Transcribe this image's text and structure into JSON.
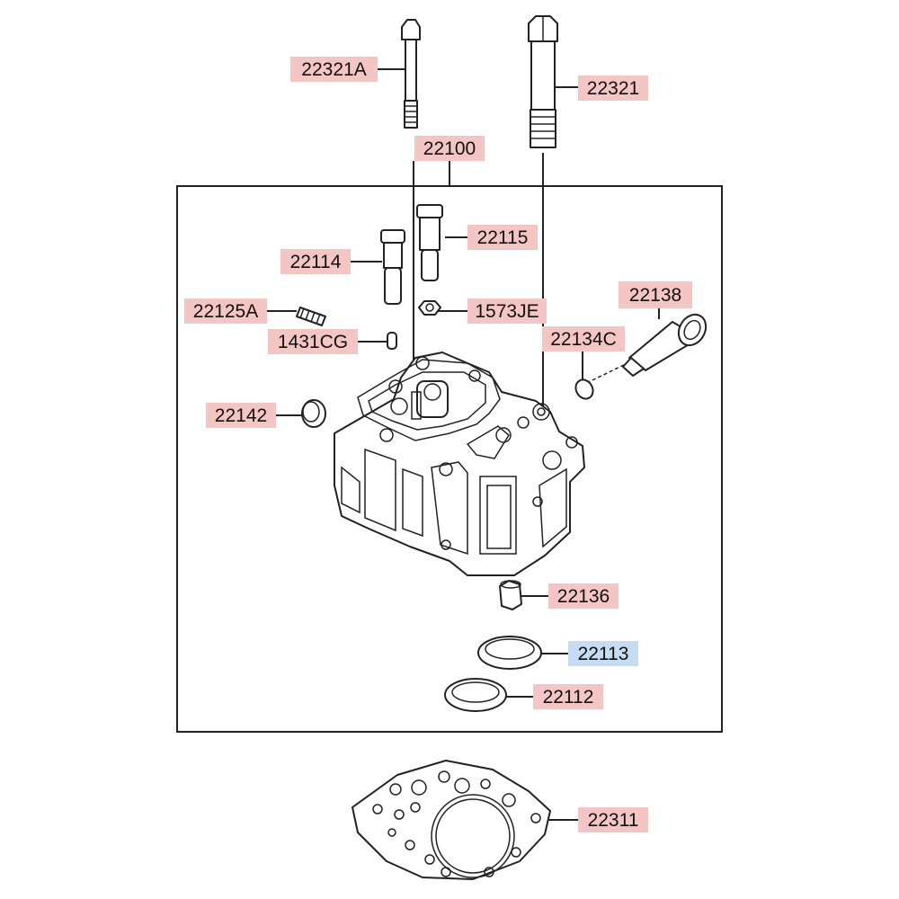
{
  "colors": {
    "label_bg": "#f3c6c4",
    "label_bg_selected": "#c6dcf3",
    "line": "#222222"
  },
  "parts": [
    {
      "id": "p22321A",
      "label": "22321A",
      "selected": false
    },
    {
      "id": "p22321",
      "label": "22321",
      "selected": false
    },
    {
      "id": "p22100",
      "label": "22100",
      "selected": false
    },
    {
      "id": "p22115",
      "label": "22115",
      "selected": false
    },
    {
      "id": "p22114",
      "label": "22114",
      "selected": false
    },
    {
      "id": "p22138",
      "label": "22138",
      "selected": false
    },
    {
      "id": "p22125A",
      "label": "22125A",
      "selected": false
    },
    {
      "id": "p1573JE",
      "label": "1573JE",
      "selected": false
    },
    {
      "id": "p1431CG",
      "label": "1431CG",
      "selected": false
    },
    {
      "id": "p22134C",
      "label": "22134C",
      "selected": false
    },
    {
      "id": "p22142",
      "label": "22142",
      "selected": false
    },
    {
      "id": "p22136",
      "label": "22136",
      "selected": false
    },
    {
      "id": "p22113",
      "label": "22113",
      "selected": true
    },
    {
      "id": "p22112",
      "label": "22112",
      "selected": false
    },
    {
      "id": "p22311",
      "label": "22311",
      "selected": false
    }
  ]
}
